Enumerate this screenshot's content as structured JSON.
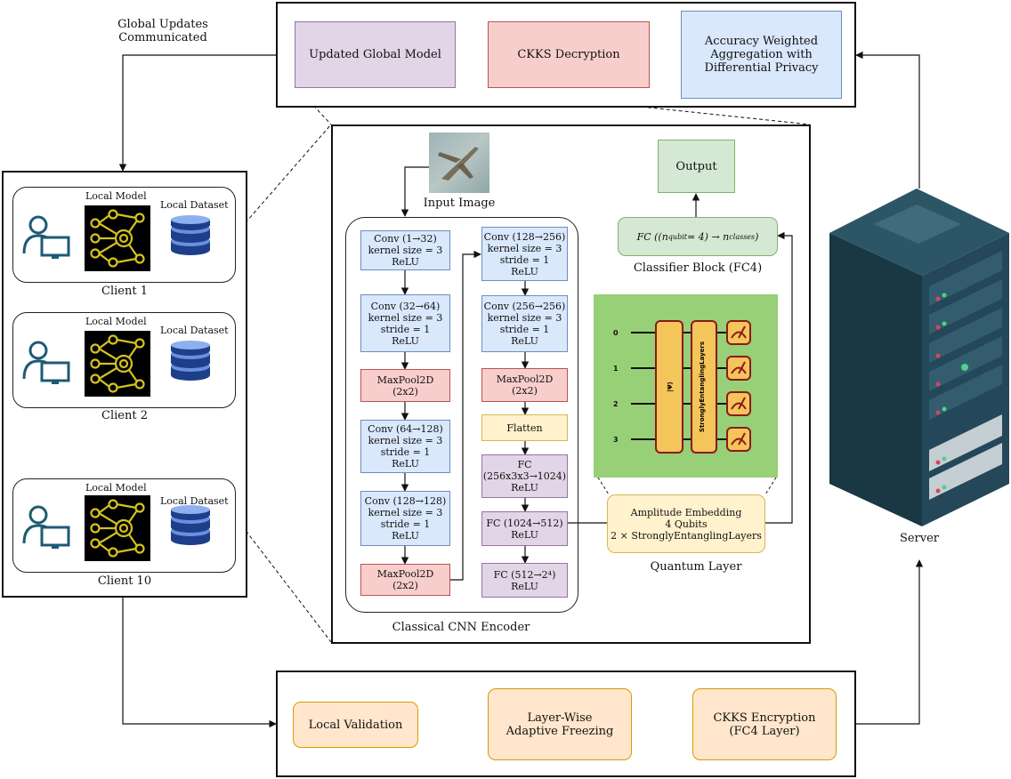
{
  "server_top": {
    "updated_global_model": "Updated Global Model",
    "ckks_decryption": "CKKS Decryption",
    "aggregation": "Accuracy Weighted\nAggregation with\nDifferential Privacy"
  },
  "global_updates_label": "Global Updates\nCommunicated",
  "clients": {
    "local_model": "Local Model",
    "local_dataset": "Local Dataset",
    "names": [
      "Client 1",
      "Client 2",
      "Client 10"
    ]
  },
  "cnn": {
    "input_image_label": "Input Image",
    "left_column": [
      "Conv (1→32)\nkernel size = 3\nReLU",
      "Conv (32→64)\nkernel size = 3\nstride = 1\nReLU",
      "MaxPool2D\n(2x2)",
      "Conv (64→128)\nkernel size = 3\nstride = 1\nReLU",
      "Conv (128→128)\nkernel size = 3\nstride = 1\nReLU",
      "MaxPool2D\n(2x2)"
    ],
    "right_column": [
      "Conv (128→256)\nkernel size = 3\nstride = 1\nReLU",
      "Conv (256→256)\nkernel size = 3\nstride = 1\nReLU",
      "MaxPool2D\n(2x2)",
      "Flatten",
      "FC\n(256x3x3→1024)\nReLU",
      "FC (1024→512)\nReLU",
      "FC (512→2⁴)\nReLU"
    ],
    "encoder_label": "Classical CNN Encoder"
  },
  "classifier": {
    "output": "Output",
    "fc_prefix": "FC",
    "fc_sub": "qubit",
    "fc_mid": " = 4) → n",
    "fc_sub2": "classes",
    "label": "Classifier Block (FC4)"
  },
  "quantum": {
    "wires": [
      "0",
      "1",
      "2",
      "3"
    ],
    "embedding_gate": "|Ψ⟩",
    "entangling_gate": "StronglyEntanglingLayers",
    "embedding_box": "Amplitude Embedding\n4 Qubits\n2 × StronglyEntanglingLayers",
    "label": "Quantum Layer"
  },
  "server_label": "Server",
  "bottom": {
    "local_validation": "Local Validation",
    "freezing": "Layer-Wise\nAdaptive Freezing",
    "encryption": "CKKS Encryption\n(FC4 Layer)"
  },
  "colors": {
    "blue_fill": "#dae8fc",
    "red_fill": "#f8cecc",
    "purple_fill": "#e1d5e7",
    "yellow_fill": "#fff2cc",
    "green_fill": "#d5e8d4",
    "orange_fill": "#ffe6cc",
    "circuit_bg": "#97d077",
    "gate_fill": "#f4c55a",
    "server_dark": "#1f4250",
    "icon_teal": "#1c5b73"
  }
}
